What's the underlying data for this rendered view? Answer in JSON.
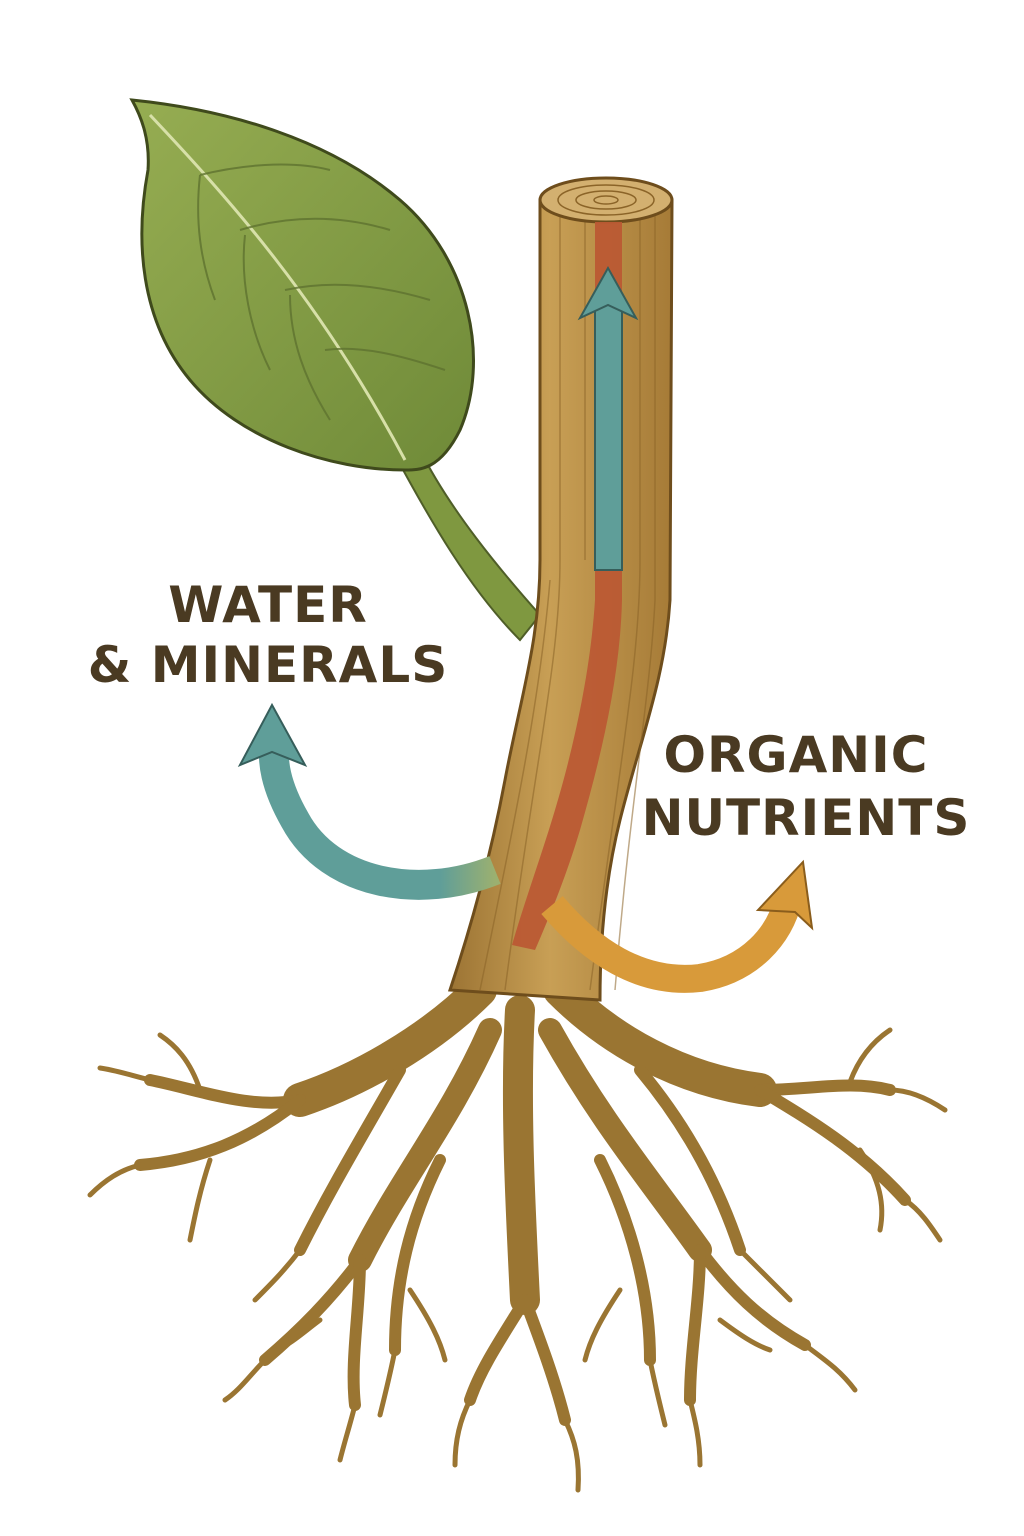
{
  "labels": {
    "water_line1": "WATER",
    "water_line2": "& MINERALS",
    "organic_line1": "ORGANIC",
    "organic_line2": "NUTRIENTS"
  },
  "colors": {
    "leaf": "#8aa048",
    "leaf_dark": "#5f7330",
    "stem": "#b98f45",
    "stem_dark": "#7e5a24",
    "root": "#9a7532",
    "xylem_arrow": "#5f9e99",
    "phloem_strip": "#bb5a34",
    "organic_arrow": "#d89a3a",
    "label_text": "#4a3a22"
  }
}
